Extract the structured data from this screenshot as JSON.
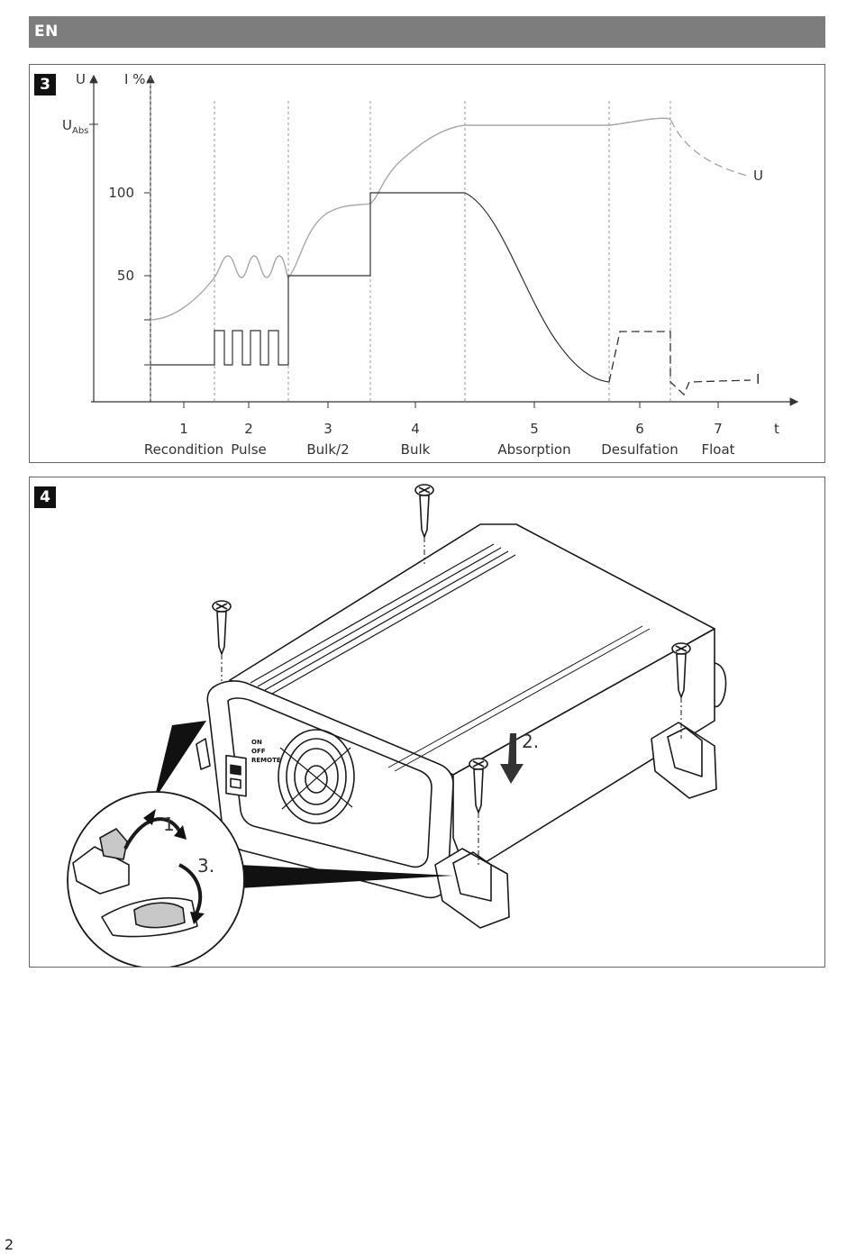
{
  "header": {
    "language": "EN"
  },
  "figure3": {
    "number": "3",
    "y_axis_u": "U",
    "y_axis_i": "I %",
    "u_abs_main": "U",
    "u_abs_sub": "Abs",
    "y_ticks": [
      "100",
      "50"
    ],
    "x_axis_label": "t",
    "curve_u_label": "U",
    "curve_i_label": "I",
    "phases": [
      {
        "number": "1",
        "name": "Recondition"
      },
      {
        "number": "2",
        "name": "Pulse"
      },
      {
        "number": "3",
        "name": "Bulk/2"
      },
      {
        "number": "4",
        "name": "Bulk"
      },
      {
        "number": "5",
        "name": "Absorption"
      },
      {
        "number": "6",
        "name": "Desulfation"
      },
      {
        "number": "7",
        "name": "Float"
      }
    ]
  },
  "figure4": {
    "number": "4",
    "switch_labels": [
      "ON",
      "OFF",
      "REMOTE"
    ],
    "steps": [
      "1.",
      "2.",
      "3."
    ]
  },
  "page_number": "2"
}
